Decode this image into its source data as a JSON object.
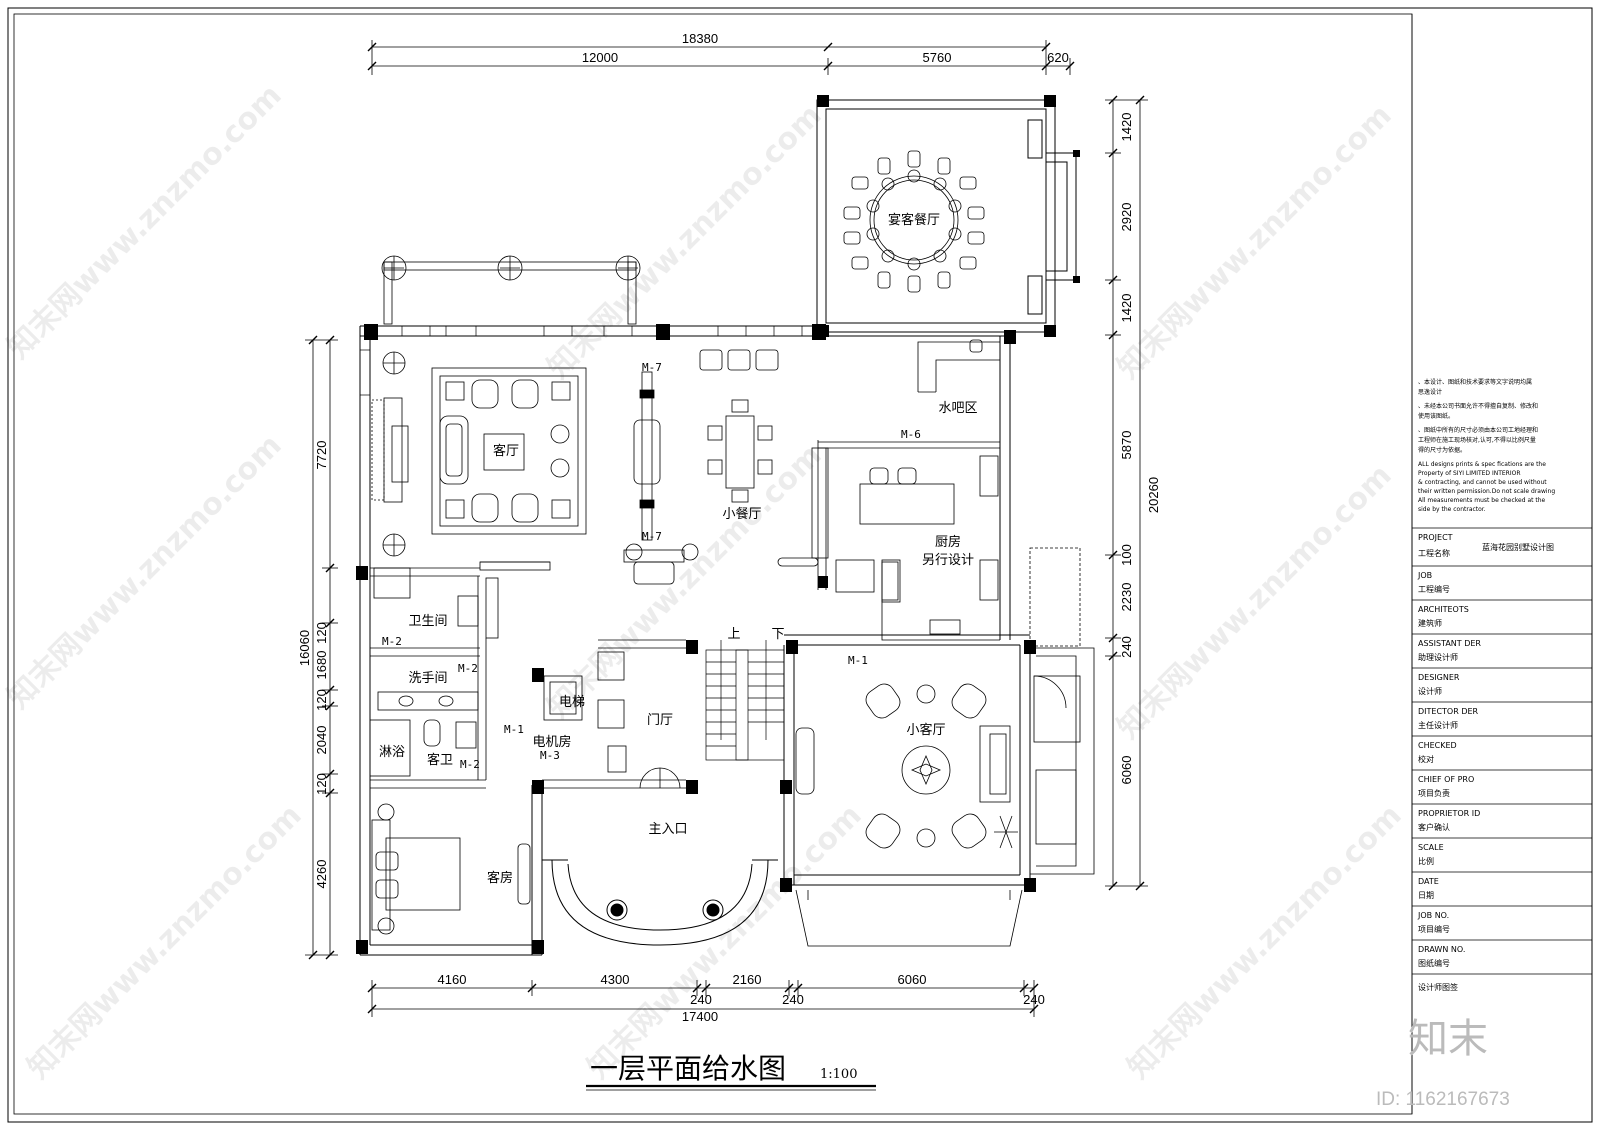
{
  "dimensions": {
    "top_total": "18380",
    "top_a": "12000",
    "top_b": "5760",
    "top_c": "620",
    "right_banquet_1": "1420",
    "right_banquet_2": "2920",
    "right_banquet_3": "1420",
    "right_mid": "5870",
    "right_total": "20260",
    "right_100": "100",
    "right_2230": "2230",
    "right_240": "240",
    "right_6060": "6060",
    "left_top": "7720",
    "left_total": "16060",
    "left_120a": "120",
    "left_1680": "1680",
    "left_120b": "120",
    "left_2040": "2040",
    "left_120c": "120",
    "left_4260": "4260",
    "bottom_4160": "4160",
    "bottom_4300": "4300",
    "bottom_240a": "240",
    "bottom_2160": "2160",
    "bottom_240b": "240",
    "bottom_6060": "6060",
    "bottom_240c": "240",
    "bottom_total": "17400"
  },
  "rooms": {
    "banquet": "宴客餐厅",
    "living": "客厅",
    "dining": "小餐厅",
    "water_bar": "水吧区",
    "kitchen_1": "厨房",
    "kitchen_2": "另行设计",
    "bathroom": "卫生间",
    "washroom": "洗手间",
    "shower": "淋浴",
    "guest_bath": "客卫",
    "elevator": "电梯",
    "elevator_room": "电机房",
    "foyer": "门厅",
    "small_living": "小客厅",
    "entrance": "主入口",
    "guest_room": "客房",
    "stairs_up": "上",
    "stairs_down": "下"
  },
  "doors": {
    "m7a": "M-7",
    "m7b": "M-7",
    "m6": "M-6",
    "m1a": "M-1",
    "m1b": "M-1",
    "m2a": "M-2",
    "m2b": "M-2",
    "m2c": "M-2",
    "m3": "M-3"
  },
  "title": {
    "main": "一层平面给水图",
    "scale": "1:100"
  },
  "notes": {
    "line1": "、本设计、图纸和技术要求等文字说明均属",
    "line2": "思逸设计",
    "line3": "、未经本公司书面允许不得擅自复制、修改和",
    "line4": "使用该图纸。",
    "line5": "、图纸中所有的尺寸必须由本公司工地经理和",
    "line6": "工程师在施工现场核对,认可,不得以比例尺量",
    "line7": "得的尺寸为依据。",
    "en1": "ALL designs prints & spec fications are the",
    "en2": "Property of SIYI LIMITED INTERIOR",
    "en3": "& contracting, and cannot be used without",
    "en4": "their written permission.Do not scale drawing",
    "en5": "All measurements must be checked at the",
    "en6": "side by the contractor."
  },
  "title_block": {
    "project_en": "PROJECT",
    "project_cn": "工程名称",
    "project_value": "蓝海花园别墅设计图",
    "job_en": "JOB",
    "job_cn": "工程编号",
    "arch_en": "ARCHITEOTS",
    "arch_cn": "建筑师",
    "assist_en": "ASSISTANT DER",
    "assist_cn": "助理设计师",
    "designer_en": "DESIGNER",
    "designer_cn": "设计师",
    "director_en": "DITECTOR DER",
    "director_cn": "主任设计师",
    "checked_en": "CHECKED",
    "checked_cn": "校对",
    "chief_en": "CHIEF OF PRO",
    "chief_cn": "项目负责",
    "prop_en": "PROPRIETOR ID",
    "prop_cn": "客户确认",
    "scale_en": "SCALE",
    "scale_cn": "比例",
    "date_en": "DATE",
    "date_cn": "日期",
    "jobno_en": "JOB NO.",
    "jobno_cn": "项目编号",
    "drawn_en": "DRAWN NO.",
    "drawn_cn": "图纸编号",
    "sign_cn": "设计师图签"
  },
  "watermark": {
    "site": "知末网www.znzmo.com",
    "brand": "知末",
    "id": "ID: 1162167673"
  }
}
